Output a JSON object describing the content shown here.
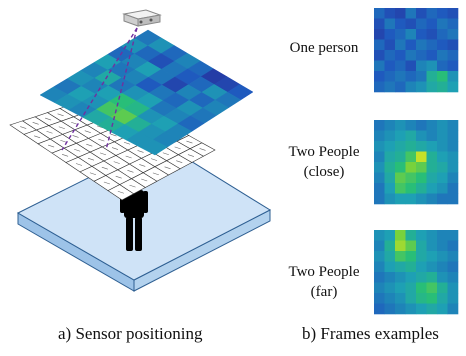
{
  "captions": {
    "left": "a) Sensor positioning",
    "right": "b) Frames examples"
  },
  "frames": [
    {
      "label_lines": [
        "One person"
      ]
    },
    {
      "label_lines": [
        "Two People",
        "(close)"
      ]
    },
    {
      "label_lines": [
        "Two People",
        "(far)"
      ]
    }
  ],
  "icons": {
    "sensor": "ceiling-sensor-icon",
    "person": "person-silhouette-icon"
  },
  "colors": {
    "floor_top": "#cfe3f7",
    "floor_side": "#9dc3e8",
    "floor_edge": "#2e5f92",
    "fov_line": "#7030a0",
    "heat_low": "#1f3a9e",
    "heat_mid": "#1fa2b5",
    "heat_high": "#e7e71a"
  }
}
